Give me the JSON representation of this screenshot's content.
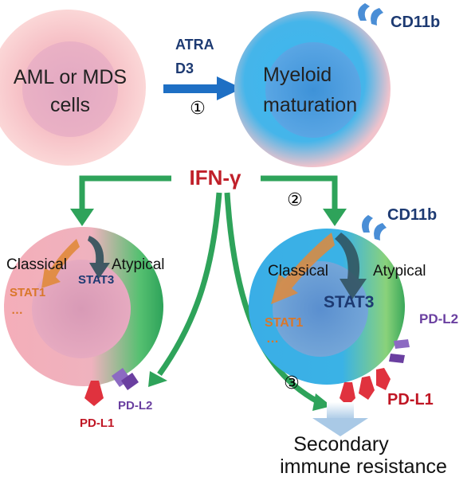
{
  "top": {
    "aml_cell_label_line1": "AML or MDS",
    "aml_cell_label_line2": "cells",
    "drug_line1": "ATRA",
    "drug_line2": "D3",
    "step1": "①",
    "myeloid_label_line1": "Myeloid",
    "myeloid_label_line2": "maturation",
    "cd11b": "CD11b"
  },
  "middle": {
    "ifn": "IFN-γ",
    "step2": "②"
  },
  "left_cell": {
    "classical": "Classical",
    "atypical": "Atypical",
    "stat1": "STAT1",
    "ellipsis": "…",
    "stat3": "STAT3",
    "pdl2": "PD-L2",
    "pdl1": "PD-L1"
  },
  "right_cell": {
    "cd11b": "CD11b",
    "classical": "Classical",
    "atypical": "Atypical",
    "stat1": "STAT1",
    "ellipsis": "…",
    "stat3": "STAT3",
    "pdl2": "PD-L2",
    "pdl1": "PD-L1",
    "step3": "③"
  },
  "bottom": {
    "line1": "Secondary",
    "line2": "immune resistance"
  },
  "colors": {
    "pink": "#f6b3b8",
    "blue": "#2aa8e6",
    "green": "#2ea35a",
    "ifn_red": "#c0202a",
    "navy": "#1d3a72",
    "orange": "#d9772a",
    "purple": "#6a3fa0",
    "pdl1_red": "#c01624"
  }
}
